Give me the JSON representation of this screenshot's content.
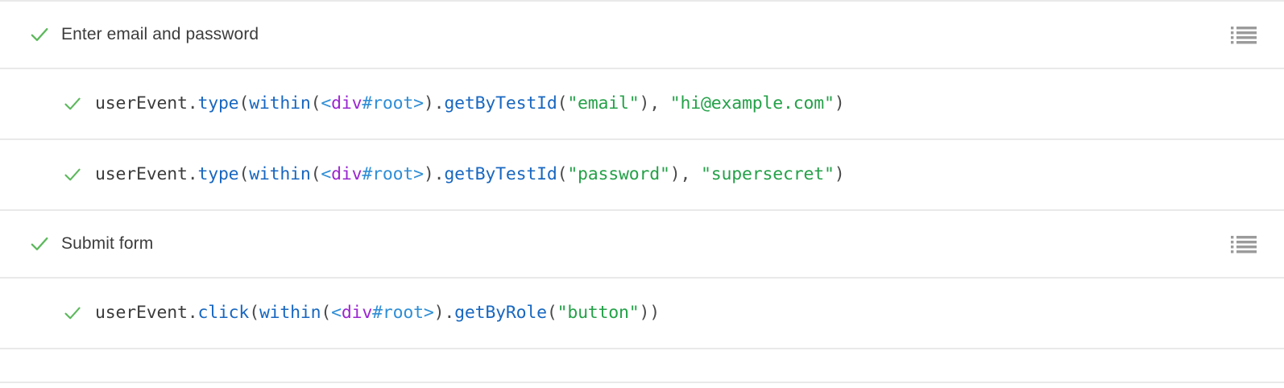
{
  "panel": {
    "name": "test-results-list",
    "background": "#ffffff",
    "divider_color": "#e9e9e9"
  },
  "colors": {
    "check_green": "#5cb85c",
    "text": "#3c3c3c",
    "code_plain": "#3b3b3b",
    "code_function": "#1867c0",
    "code_tag": "#2f8ed6",
    "code_element": "#9b26d0",
    "code_string": "#24a148",
    "icon_gray": "#9b9b9b"
  },
  "icons": {
    "check": "check-icon",
    "list": "list-view-icon"
  },
  "rows": [
    {
      "kind": "group",
      "status": "passed",
      "title": "Enter email and password",
      "has_list_action": true
    },
    {
      "kind": "test",
      "status": "passed",
      "has_list_action": false,
      "code_tokens": [
        {
          "t": "userEvent",
          "c": "plain"
        },
        {
          "t": ".",
          "c": "punct"
        },
        {
          "t": "type",
          "c": "fn"
        },
        {
          "t": "(",
          "c": "punct"
        },
        {
          "t": "within",
          "c": "fn"
        },
        {
          "t": "(",
          "c": "punct"
        },
        {
          "t": "<",
          "c": "tag"
        },
        {
          "t": "div",
          "c": "elem"
        },
        {
          "t": "#root",
          "c": "tag"
        },
        {
          "t": ">",
          "c": "tag"
        },
        {
          "t": ")",
          "c": "punct"
        },
        {
          "t": ".",
          "c": "punct"
        },
        {
          "t": "getByTestId",
          "c": "fn"
        },
        {
          "t": "(",
          "c": "punct"
        },
        {
          "t": "\"email\"",
          "c": "str"
        },
        {
          "t": ")",
          "c": "punct"
        },
        {
          "t": ", ",
          "c": "punct"
        },
        {
          "t": "\"hi@example.com\"",
          "c": "str"
        },
        {
          "t": ")",
          "c": "punct"
        }
      ],
      "code_text": "userEvent.type(within(<div#root>).getByTestId(\"email\"), \"hi@example.com\")"
    },
    {
      "kind": "test",
      "status": "passed",
      "has_list_action": false,
      "code_tokens": [
        {
          "t": "userEvent",
          "c": "plain"
        },
        {
          "t": ".",
          "c": "punct"
        },
        {
          "t": "type",
          "c": "fn"
        },
        {
          "t": "(",
          "c": "punct"
        },
        {
          "t": "within",
          "c": "fn"
        },
        {
          "t": "(",
          "c": "punct"
        },
        {
          "t": "<",
          "c": "tag"
        },
        {
          "t": "div",
          "c": "elem"
        },
        {
          "t": "#root",
          "c": "tag"
        },
        {
          "t": ">",
          "c": "tag"
        },
        {
          "t": ")",
          "c": "punct"
        },
        {
          "t": ".",
          "c": "punct"
        },
        {
          "t": "getByTestId",
          "c": "fn"
        },
        {
          "t": "(",
          "c": "punct"
        },
        {
          "t": "\"password\"",
          "c": "str"
        },
        {
          "t": ")",
          "c": "punct"
        },
        {
          "t": ", ",
          "c": "punct"
        },
        {
          "t": "\"supersecret\"",
          "c": "str"
        },
        {
          "t": ")",
          "c": "punct"
        }
      ],
      "code_text": "userEvent.type(within(<div#root>).getByTestId(\"password\"), \"supersecret\")"
    },
    {
      "kind": "group",
      "status": "passed",
      "title": "Submit form",
      "has_list_action": true
    },
    {
      "kind": "test",
      "status": "passed",
      "has_list_action": false,
      "code_tokens": [
        {
          "t": "userEvent",
          "c": "plain"
        },
        {
          "t": ".",
          "c": "punct"
        },
        {
          "t": "click",
          "c": "fn"
        },
        {
          "t": "(",
          "c": "punct"
        },
        {
          "t": "within",
          "c": "fn"
        },
        {
          "t": "(",
          "c": "punct"
        },
        {
          "t": "<",
          "c": "tag"
        },
        {
          "t": "div",
          "c": "elem"
        },
        {
          "t": "#root",
          "c": "tag"
        },
        {
          "t": ">",
          "c": "tag"
        },
        {
          "t": ")",
          "c": "punct"
        },
        {
          "t": ".",
          "c": "punct"
        },
        {
          "t": "getByRole",
          "c": "fn"
        },
        {
          "t": "(",
          "c": "punct"
        },
        {
          "t": "\"button\"",
          "c": "str"
        },
        {
          "t": ")",
          "c": "punct"
        },
        {
          "t": ")",
          "c": "punct"
        }
      ],
      "code_text": "userEvent.click(within(<div#root>).getByRole(\"button\"))"
    }
  ]
}
